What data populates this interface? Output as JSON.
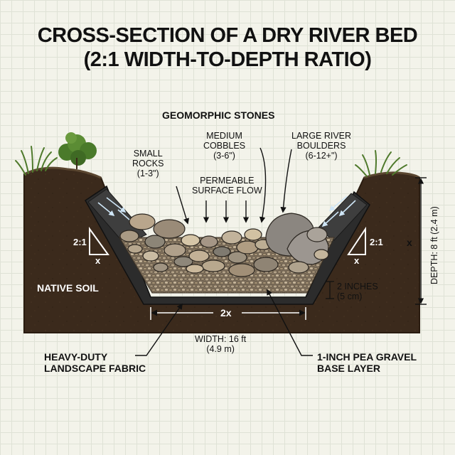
{
  "title": {
    "line1": "CROSS-SECTION OF A DRY RIVER BED",
    "line2": "(2:1 WIDTH-TO-DEPTH RATIO)"
  },
  "labels": {
    "geomorphic_stones": "GEOMORPHIC STONES",
    "small_rocks": [
      "SMALL",
      "ROCKS",
      "(1-3\")"
    ],
    "medium_cobbles": [
      "MEDIUM",
      "COBBLES",
      "(3-6\")"
    ],
    "large_boulders": [
      "LARGE RIVER",
      "BOULDERS",
      "(6-12+\")"
    ],
    "permeable_flow": [
      "PERMEABLE",
      "SURFACE FLOW"
    ],
    "native_soil": "NATIVE SOIL",
    "slope_ratio": "2:1",
    "slope_x": "x",
    "depth_x": "x",
    "depth": "DEPTH: 8 ft (2.4 m)",
    "base_2x": "2x",
    "width": [
      "WIDTH: 16 ft",
      "(4.9 m)"
    ],
    "gravel_depth": [
      "2 INCHES",
      "(5 cm)"
    ],
    "fabric": [
      "HEAVY-DUTY",
      "LANDSCAPE FABRIC"
    ],
    "gravel": [
      "1-INCH PEA GRAVEL",
      "BASE LAYER"
    ]
  },
  "colors": {
    "soil": "#3b2a1c",
    "soil_edge": "#2a1c10",
    "fabric": "#2c2c2c",
    "gravel": "#8a7a66",
    "grass": "#4f7a2c",
    "flow_arrow": "#9cc7e8"
  }
}
